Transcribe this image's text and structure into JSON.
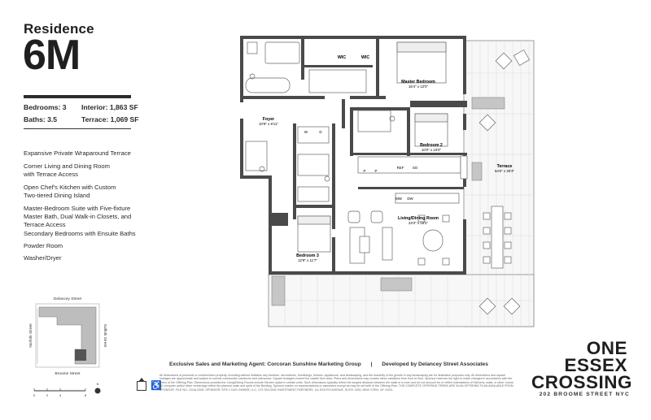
{
  "residence": {
    "label": "Residence",
    "unit": "6M"
  },
  "specs": {
    "bedrooms": "Bedrooms: 3",
    "baths": "Baths: 3.5",
    "interior": "Interior: 1,863 SF",
    "terrace": "Terrace: 1,069 SF"
  },
  "features": [
    "Expansive Private Wraparound Terrace",
    "Corner Living and Dining Room with Terrace Access",
    "Open Chef's Kitchen with Custom Two-tiered Dining Island",
    "Master-Bedroom Suite with Five-fixture Master Bath, Dual Walk-in Closets, and Terrace Access",
    "Secondary Bedrooms with Ensuite Baths",
    "Powder Room",
    "Washer/Dryer"
  ],
  "keyplan": {
    "north_street": "Delancey Street",
    "south_street": "Broome Street",
    "west_street": "Norfolk Street",
    "east_street": "Suffolk Street",
    "scale_labels": [
      "0",
      "2",
      "4",
      "8"
    ],
    "north_label": "N"
  },
  "rooms": {
    "master_bedroom": {
      "name": "Master Bedroom",
      "dims": "15'4\" x 12'0\""
    },
    "bedroom2": {
      "name": "Bedroom 2",
      "dims": "10'0\" x 10'0\""
    },
    "bedroom3": {
      "name": "Bedroom 3",
      "dims": "12'9\" x 11'7\""
    },
    "foyer": {
      "name": "Foyer",
      "dims": "10'9\" x 6'11\""
    },
    "living": {
      "name": "Living/Dining Room",
      "dims": "23'3\" x 16'2\""
    },
    "terrace": {
      "name": "Terrace",
      "dims": "54'6\" x 30'3\""
    },
    "wic1": "WIC",
    "wic2": "WIC",
    "wd": [
      "W",
      "D"
    ],
    "ref": "REF",
    "so": "SO",
    "mw": "MW",
    "dw": "DW",
    "p": "P"
  },
  "agents": {
    "sales": "Exclusive Sales and Marketing Agent: Corcoran Sunshine Marketing Group",
    "separator": "|",
    "developer": "Developed by Delancey Street Associates"
  },
  "disclaimer": "All dimensions of personal or condominium property, including without limitation any furniture, decorations, furnishings, fixtures, appliances, and landscaping, and the reactivity of the growth in any landscaping are for illustrative purposes only. All dimensions and square footages are approximate and subject to normal construction variances and tolerances. Square footages exceed the usable floor area. Plans and dimensions may contain minor variations from floor to floor. Sponsor reserves the right to make changes in accordance with the terms of the Offering Plan. Dimensions provided for Living/Dining Rooms include Kitchen space in certain units. Such dimensions typically reflect the longest distance between the walls of a room and do not account for or reflect indentations of Kitchens, walls, or other rooms. All computer and/or other renderings reflect the planned scale and spirit of the Building. Sponsor makes no representations or warranties except as may be set forth in the Offering Plan. THE COMPLETE OFFERING TERMS ARE IN AN OFFERING PLAN AVAILABLE FROM SPONSOR. FILE NO. CD16-0206. SPONSOR: SITE 2 DAS OWNER, LLC, C/O TACONIC INVESTMENT PARTNERS, 111 EIGHTH AVENUE, SUITE 1500, NEW YORK, NY 10011",
  "brand": {
    "line1": "ONE",
    "line2": "ESSEX",
    "line3": "CROSSING",
    "address": "202 BROOME STREET NYC"
  },
  "colors": {
    "wall": "#4a4a4a",
    "text": "#1f1f1f",
    "terrace_grid": "#cfcfcf"
  }
}
